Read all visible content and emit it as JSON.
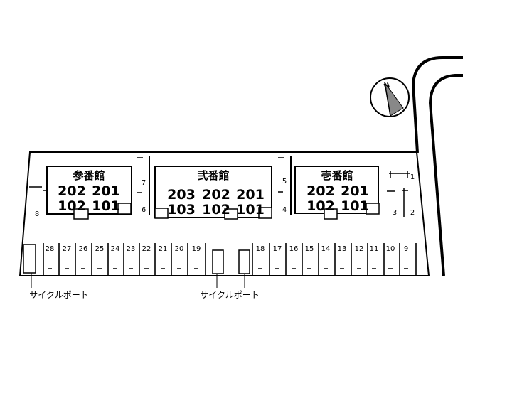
{
  "buildings": [
    {
      "name": "参番館",
      "upper_rooms": [
        "202",
        "201"
      ],
      "lower_rooms": [
        "102",
        "101"
      ]
    },
    {
      "name": "弐番館",
      "upper_rooms": [
        "203",
        "202",
        "201"
      ],
      "lower_rooms": [
        "103",
        "102",
        "101"
      ]
    },
    {
      "name": "壱番館",
      "upper_rooms": [
        "202",
        "201"
      ],
      "lower_rooms": [
        "102",
        "101"
      ]
    }
  ],
  "side_spaces": [
    "8",
    "7",
    "6",
    "5",
    "4",
    "3",
    "2",
    "1"
  ],
  "bottom_spaces": [
    "28",
    "27",
    "26",
    "25",
    "24",
    "23",
    "22",
    "21",
    "20",
    "19",
    "18",
    "17",
    "16",
    "15",
    "14",
    "13",
    "12",
    "11",
    "10",
    "9"
  ],
  "cycle_port_label": "サイクルポート",
  "compass_letter": "N"
}
